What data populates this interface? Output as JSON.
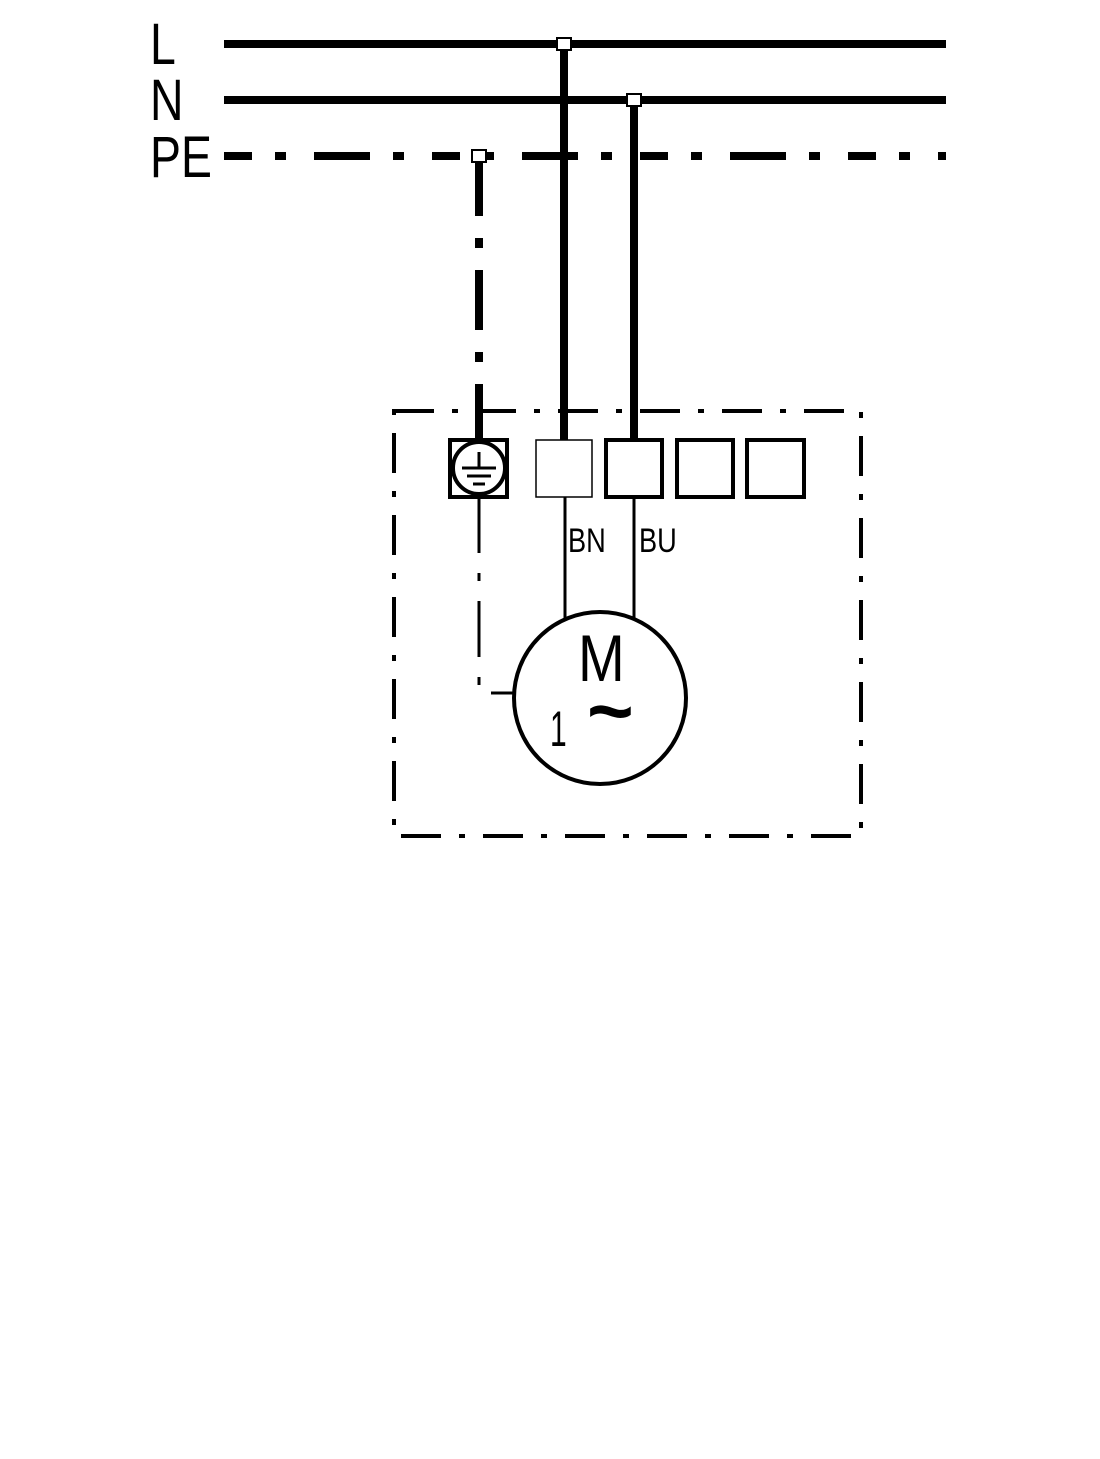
{
  "lines": {
    "L": "L",
    "N": "N",
    "PE": "PE"
  },
  "wires": {
    "brown": "BN",
    "blue": "BU"
  },
  "motor": {
    "symbol": "M",
    "ac": "~",
    "phases": "1"
  },
  "icons": {
    "earth_terminal": "protective-earth-icon"
  },
  "colors": {
    "stroke": "#000000",
    "background": "#ffffff"
  }
}
